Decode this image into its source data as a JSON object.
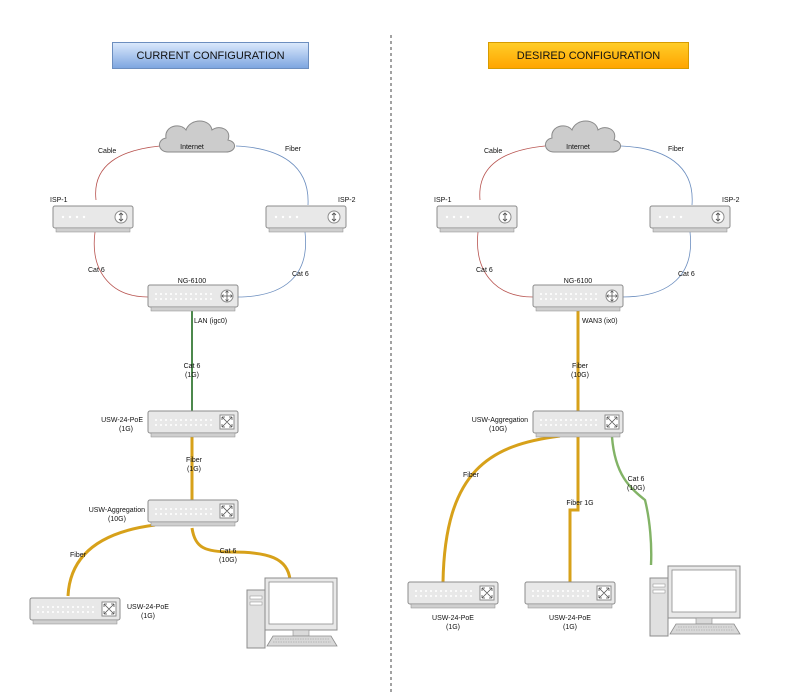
{
  "current": {
    "title": "CURRENT CONFIGURATION",
    "internet": "Internet",
    "cable": "Cable",
    "fiber": "Fiber",
    "isp1": "ISP-1",
    "isp2": "ISP-2",
    "cat6_left": "Cat 6",
    "cat6_right": "Cat 6",
    "router": "NG-6100",
    "router_port": "LAN (igc0)",
    "link1": [
      "Cat 6",
      "(1G)"
    ],
    "switch1": [
      "USW-24-PoE",
      "(1G)"
    ],
    "link2": [
      "Fiber",
      "(1G)"
    ],
    "agg": [
      "USW-Aggregation",
      "(10G)"
    ],
    "fiber_left": "Fiber",
    "cat6_pc": [
      "Cat 6",
      "(10G)"
    ],
    "switch2": [
      "USW-24-PoE",
      "(1G)"
    ]
  },
  "desired": {
    "title": "DESIRED CONFIGURATION",
    "internet": "Internet",
    "cable": "Cable",
    "fiber": "Fiber",
    "isp1": "ISP-1",
    "isp2": "ISP-2",
    "cat6_left": "Cat 6",
    "cat6_right": "Cat 6",
    "router": "NG-6100",
    "router_port": "WAN3 (ix0)",
    "link1": [
      "Fiber",
      "(10G)"
    ],
    "agg": [
      "USW-Aggregation",
      "(10G)"
    ],
    "fiber_left": "Fiber",
    "fiber_mid": "Fiber 1G",
    "cat6_pc": [
      "Cat 6",
      "(10G)"
    ],
    "switch_left": [
      "USW-24-PoE",
      "(1G)"
    ],
    "switch_mid": [
      "USW-24-PoE",
      "(1G)"
    ]
  }
}
